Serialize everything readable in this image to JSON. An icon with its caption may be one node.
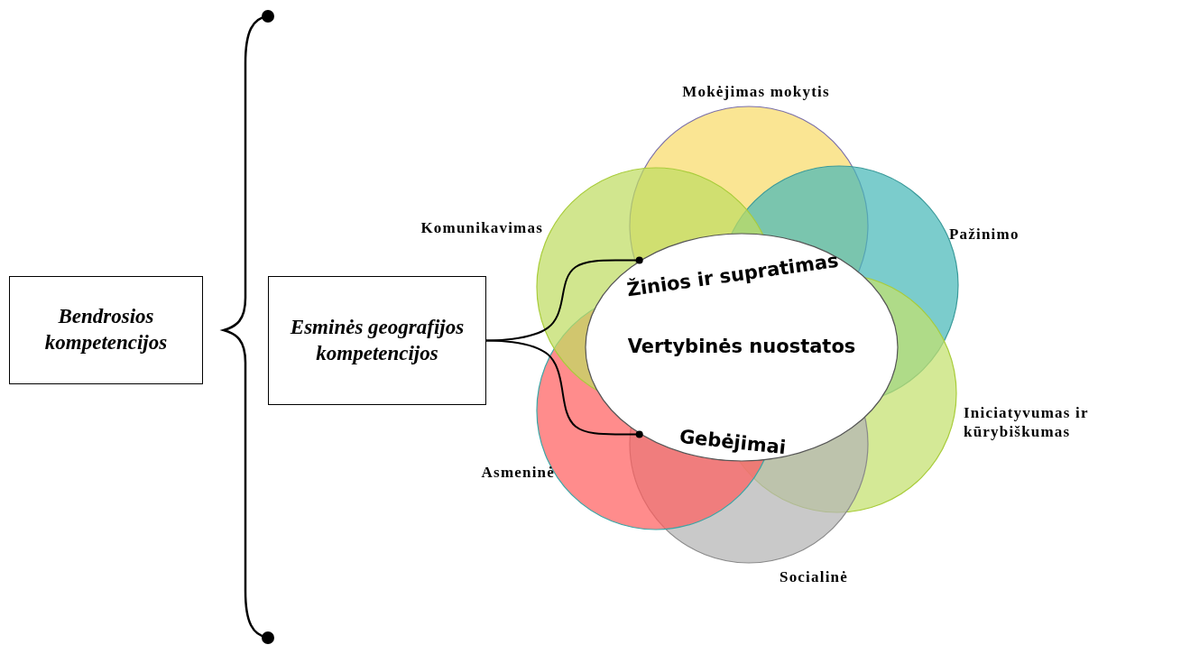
{
  "diagram": {
    "nodes": [
      {
        "text": [
          "Bendrosios kompetencijos"
        ]
      },
      {
        "text": [
          "Esminės geografijos kompetencijos"
        ]
      },
      {
        "text": [
          "Žinios ir supratimas",
          "Vertybinės nuostatos",
          "Gebėjimai"
        ]
      },
      {
        "text": [
          "Mokėjimas mokytis"
        ]
      },
      {
        "text": [
          "Pažinimo"
        ]
      },
      {
        "text": [
          "Iniciatyvumas ir kūrybiškumas"
        ]
      },
      {
        "text": [
          "Socialinė"
        ]
      },
      {
        "text": [
          "Asmeninė"
        ]
      },
      {
        "text": [
          "Komunikavimas"
        ]
      }
    ],
    "edges": [
      {
        "from": 1,
        "to": 2,
        "arrow": "other"
      },
      {
        "from": 1,
        "to": 2,
        "arrow": "other"
      }
    ]
  }
}
